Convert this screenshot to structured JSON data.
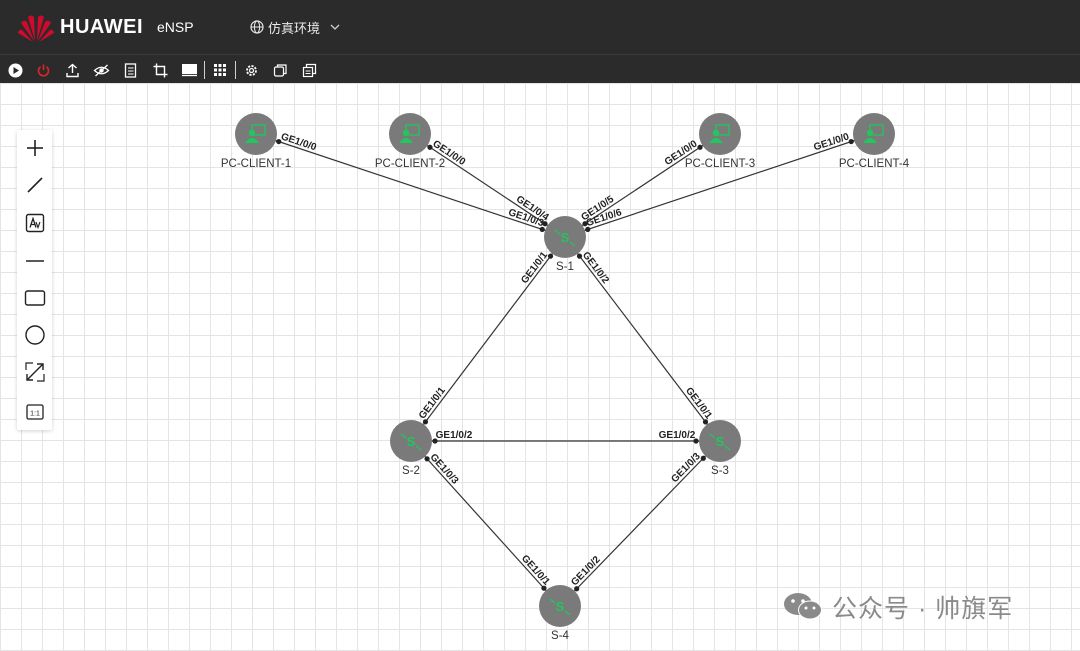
{
  "header": {
    "brand": "HUAWEI",
    "product": "eNSP",
    "environment": "仿真环境",
    "environment_icon": "globe-icon",
    "brand_color": "#cf0a2c"
  },
  "toolbar": {
    "icons": [
      "play-icon",
      "power-icon",
      "upload-icon",
      "hide-icon",
      "notes-icon",
      "crop-icon",
      "screen-icon",
      "grid-icon",
      "settings-icon",
      "window-icon",
      "copy-icon"
    ],
    "power_color": "#e02424"
  },
  "left_tools": [
    "plus-icon",
    "line-icon",
    "text-tool-icon",
    "horizontal-line-icon",
    "rectangle-icon",
    "circle-icon",
    "expand-icon",
    "ratio-icon"
  ],
  "left_tools_ratio_label": "1:1",
  "topology": {
    "nodes": [
      {
        "id": "pc1",
        "label": "PC-CLIENT-1",
        "type": "pc"
      },
      {
        "id": "pc2",
        "label": "PC-CLIENT-2",
        "type": "pc"
      },
      {
        "id": "pc3",
        "label": "PC-CLIENT-3",
        "type": "pc"
      },
      {
        "id": "pc4",
        "label": "PC-CLIENT-4",
        "type": "pc"
      },
      {
        "id": "s1",
        "label": "S-1",
        "type": "switch"
      },
      {
        "id": "s2",
        "label": "S-2",
        "type": "switch"
      },
      {
        "id": "s3",
        "label": "S-3",
        "type": "switch"
      },
      {
        "id": "s4",
        "label": "S-4",
        "type": "switch"
      }
    ],
    "links": [
      {
        "a": "pc1",
        "b": "s1",
        "a_port": "GE1/0/0",
        "b_port": "GE1/0/3"
      },
      {
        "a": "pc2",
        "b": "s1",
        "a_port": "GE1/0/0",
        "b_port": "GE1/0/4"
      },
      {
        "a": "pc3",
        "b": "s1",
        "a_port": "GE1/0/0",
        "b_port": "GE1/0/5"
      },
      {
        "a": "pc4",
        "b": "s1",
        "a_port": "GE1/0/0",
        "b_port": "GE1/0/6"
      },
      {
        "a": "s1",
        "b": "s2",
        "a_port": "GE1/0/1",
        "b_port": "GE1/0/1"
      },
      {
        "a": "s1",
        "b": "s3",
        "a_port": "GE1/0/2",
        "b_port": "GE1/0/1"
      },
      {
        "a": "s2",
        "b": "s3",
        "a_port": "GE1/0/2",
        "b_port": "GE1/0/2"
      },
      {
        "a": "s2",
        "b": "s4",
        "a_port": "GE1/0/3",
        "b_port": "GE1/0/1"
      },
      {
        "a": "s3",
        "b": "s4",
        "a_port": "GE1/0/3",
        "b_port": "GE1/0/2"
      }
    ],
    "node_color": "#7a7a7a",
    "device_icon_color": "#22c55e",
    "link_color": "#333333"
  },
  "watermark": {
    "text": "公众号 · 帅旗军",
    "icon": "wechat-icon"
  }
}
